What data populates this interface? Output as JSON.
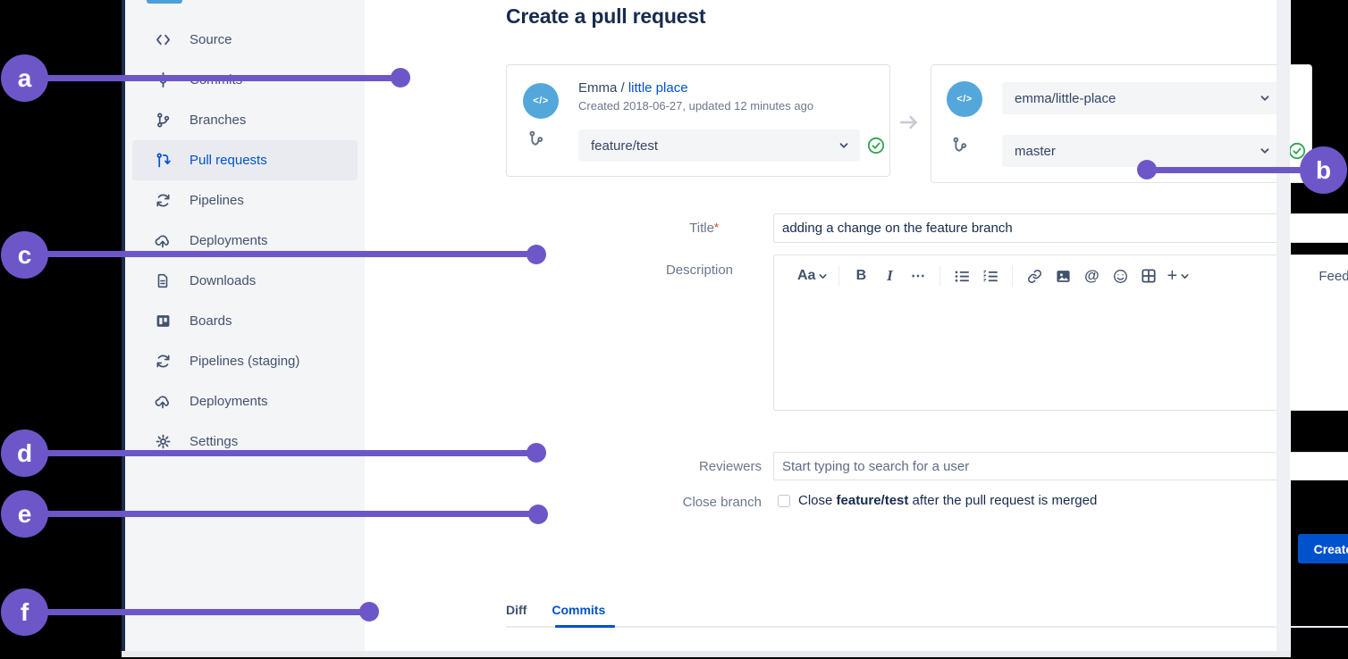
{
  "colors": {
    "annotation_purple": "#6d57c8",
    "link_blue": "#0052cc",
    "button_blue": "#0052cc",
    "avatar_blue": "#54a7da",
    "success_green": "#2ea44f",
    "sidebar_bg": "#f4f5f7",
    "heading_text": "#172b4d"
  },
  "annotations": {
    "markers": [
      {
        "letter": "a"
      },
      {
        "letter": "b"
      },
      {
        "letter": "c"
      },
      {
        "letter": "d"
      },
      {
        "letter": "e"
      },
      {
        "letter": "f"
      }
    ]
  },
  "sidebar": {
    "items": [
      {
        "label": "Source"
      },
      {
        "label": "Commits"
      },
      {
        "label": "Branches"
      },
      {
        "label": "Pull requests"
      },
      {
        "label": "Pipelines"
      },
      {
        "label": "Deployments"
      },
      {
        "label": "Downloads"
      },
      {
        "label": "Boards"
      },
      {
        "label": "Pipelines (staging)"
      },
      {
        "label": "Deployments"
      },
      {
        "label": "Settings"
      }
    ],
    "active_item": "Pull requests"
  },
  "header": {
    "title": "Create a pull request"
  },
  "source_card": {
    "avatar_glyph": "</>",
    "repo_owner": "Emma / ",
    "repo_name": "little place",
    "meta": "Created 2018-06-27, updated 12 minutes ago",
    "branch": "feature/test"
  },
  "dest_card": {
    "avatar_glyph": "</>",
    "repo_select": "emma/little-place",
    "branch": "master"
  },
  "form": {
    "title_label": "Title",
    "title_required": "*",
    "title_value": "adding a change on the feature branch",
    "description_label": "Description",
    "reviewers_label": "Reviewers",
    "reviewers_placeholder": "Start typing to search for a user",
    "close_branch_label": "Close branch",
    "close_text_pre": "Close ",
    "close_text_branch": "feature/test",
    "close_text_post": " after the pull request is merged",
    "submit_label": "Create pull request"
  },
  "editor_toolbar": {
    "font": "Aa",
    "bold": "B",
    "italic": "I",
    "more": "⋯",
    "mention": "@",
    "plus": "+",
    "feedback_label": "Feedback",
    "help_label": "?"
  },
  "tabs": {
    "items": [
      {
        "label": "Diff"
      },
      {
        "label": "Commits"
      }
    ],
    "active_tab": "Commits"
  }
}
